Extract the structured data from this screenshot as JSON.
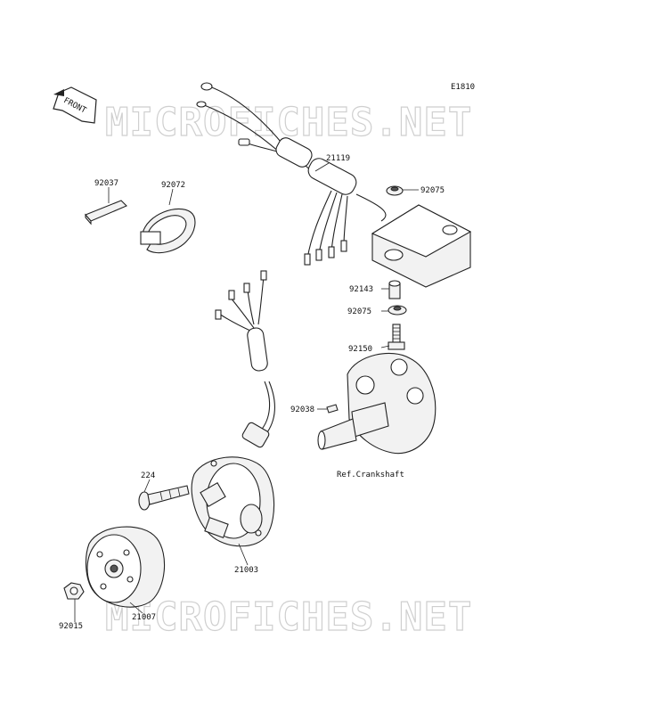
{
  "diagram_code": "E1810",
  "front_badge": "FRONT",
  "watermark": "MICROFICHES.NET",
  "parts": {
    "p21119": "21119",
    "p92075_top": "92075",
    "p92037": "92037",
    "p92072": "92072",
    "p92143": "92143",
    "p92075_mid": "92075",
    "p92150": "92150",
    "p92038": "92038",
    "ref_crankshaft": "Ref.Crankshaft",
    "p224": "224",
    "p21003": "21003",
    "p21007": "21007",
    "p92015": "92015"
  }
}
